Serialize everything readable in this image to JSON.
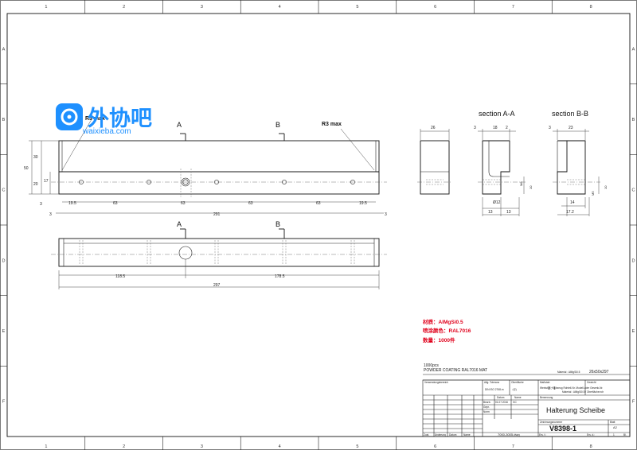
{
  "border": {
    "columns": [
      "1",
      "2",
      "3",
      "4",
      "5",
      "6",
      "7",
      "8"
    ],
    "rows": [
      "A",
      "B",
      "C",
      "D",
      "E",
      "F"
    ]
  },
  "watermark": {
    "logo_text": "外协吧",
    "url": "waixieba.com"
  },
  "front_view": {
    "section_a_label": "A",
    "section_b_label": "B",
    "radius_left": "R3 max",
    "radius_right": "R3 max",
    "dim_height_total": "50",
    "dim_height_upper": "30",
    "dim_height_lower": "20",
    "dim_hole_height": "17",
    "dim_left_offset": "3",
    "spacing": [
      "19.5",
      "63",
      "63",
      "63",
      "63",
      "19.5"
    ],
    "dim_overall_inner": "291",
    "dim_left_end": "3",
    "dim_right_end": "3"
  },
  "top_view": {
    "section_a_label": "A",
    "section_b_label": "B",
    "dim_left": "118.5",
    "dim_right": "178.5",
    "dim_overall": "297"
  },
  "side_view": {
    "dim_width": "26"
  },
  "section_aa": {
    "title": "section A-A",
    "dim_top_left": "3",
    "dim_top_mid": "18",
    "dim_top_right": "2",
    "dim_thread": "M8",
    "dim_thread_depth": "10",
    "dim_bore": "Ø12",
    "dim_bottom_left": "13",
    "dim_bottom_right": "13"
  },
  "section_bb": {
    "title": "section B-B",
    "dim_top_left": "3",
    "dim_top": "23",
    "dim_thread": "M5",
    "dim_thread_depth": "10",
    "dim_bottom_inner": "14",
    "dim_bottom_outer": "17.2"
  },
  "notes_cn": {
    "material": "材质：AlMgSi0.5",
    "surface": "喷涂颜色：RAL7016",
    "quantity": "数量：1000件"
  },
  "notes_en": {
    "qty": "1000pcs",
    "coating": "POWDER COATING RAL7016 MAT"
  },
  "material_row": {
    "label": "Material : AlMgSi0.5",
    "size": "26x50x297"
  },
  "title_block": {
    "verwendungsbereich": "Verwendungsbereich",
    "allg_toleranz": "Allg. Toleranz",
    "tol_value": "DIN ISO 2768-m",
    "oberflaeche": "Oberfläche",
    "ober_value": "√(2)",
    "massstab": "Maßstab",
    "scale": "1 : 1",
    "gewicht": "Gewicht",
    "werkstoff_label": "Werkstoff, Halbzeug\nRohteil-Nr.\nModell-oder Gesenk-Nr.",
    "werkstoff_value": "Material : AlMgSi0.5 / Oberfläche:roh",
    "datum_col": "Datum",
    "name_col": "Name",
    "bearb": "Bearb.",
    "bearb_date": "01.07.2016",
    "bearb_name": "GC",
    "gepr": "Gepr.",
    "norm": "Norm",
    "benennung": "Benennung",
    "title": "Halterung Scheibe",
    "zeichnungsnummer": "Zeichnungsnummer",
    "drawing_no": "V8398-1",
    "blatt": "Blatt",
    "sheet_size": "A2",
    "sheet_no": "1",
    "bl": "Bl.",
    "zust": "Zust.",
    "aenderung": "Änderung",
    "datum": "Datum",
    "name": "Name",
    "file": "7000-3005.dwg",
    "ers_fuer": "Ers. f.:",
    "ers_durch": "Ers. d.:"
  }
}
